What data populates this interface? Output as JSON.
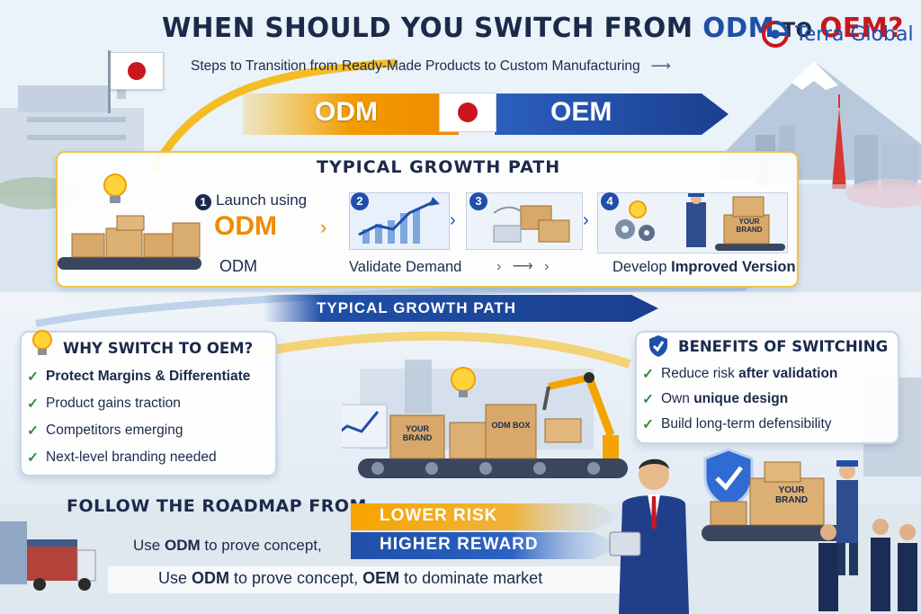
{
  "header": {
    "title_main": "WHEN SHOULD YOU SWITCH FROM ",
    "title_odm": "ODM",
    "title_to": " TO ",
    "title_oem": "OEM?",
    "subtitle": "Steps to Transition from Ready-Made Products to Custom Manufacturing",
    "logo_text": "Terra Global"
  },
  "banner": {
    "left": "ODM",
    "right": "OEM"
  },
  "growth": {
    "heading": "TYPICAL GROWTH PATH",
    "step1_num": "1",
    "step1_line1": "Launch using",
    "step1_line2": "ODM",
    "step1_caption": "ODM",
    "step2_num": "2",
    "step3_num": "3",
    "step4_num": "4",
    "caption_validate": "Validate Demand",
    "caption_develop_pre": "Develop ",
    "caption_develop_bold": "Improved Version",
    "box_label": "YOUR BRAND"
  },
  "arrow_banner": "TYPICAL GROWTH PATH",
  "why": {
    "heading": "WHY SWITCH TO OEM?",
    "items": [
      "Protect Margins & Differentiate",
      "Product gains traction",
      "Competitors emerging",
      "Next-level branding needed"
    ]
  },
  "benefits": {
    "heading": "BENEFITS OF SWITCHING",
    "item1_pre": "Reduce risk ",
    "item1_bold": "after validation",
    "item2_pre": "Own ",
    "item2_bold": "unique design",
    "item3": "Build long-term defensibility"
  },
  "roadmap": {
    "heading": "FOLLOW THE ROADMAP FROM",
    "lower_risk": "LOWER RISK",
    "higher_reward": "HIGHER REWARD",
    "use_text_pre": "Use ",
    "use_text_bold": "ODM",
    "use_text_post": " to prove concept,",
    "bottom_pre": "Use ",
    "bottom_odm": "ODM",
    "bottom_mid": " to prove concept, ",
    "bottom_oem": "OEM",
    "bottom_post": " to dominate market"
  },
  "box_labels": {
    "your_brand": "YOUR BRAND",
    "odm_box": "ODM BOX"
  },
  "colors": {
    "navy": "#1b2a4a",
    "blue": "#1f4fa8",
    "red": "#c8171e",
    "orange": "#f08a00",
    "check_green": "#2e8b3a"
  },
  "icons": [
    "lightbulb-icon",
    "check-icon",
    "shield-icon",
    "gear-icon",
    "chart-icon",
    "arrow-icon",
    "japan-flag-icon",
    "globe-logo-icon"
  ]
}
